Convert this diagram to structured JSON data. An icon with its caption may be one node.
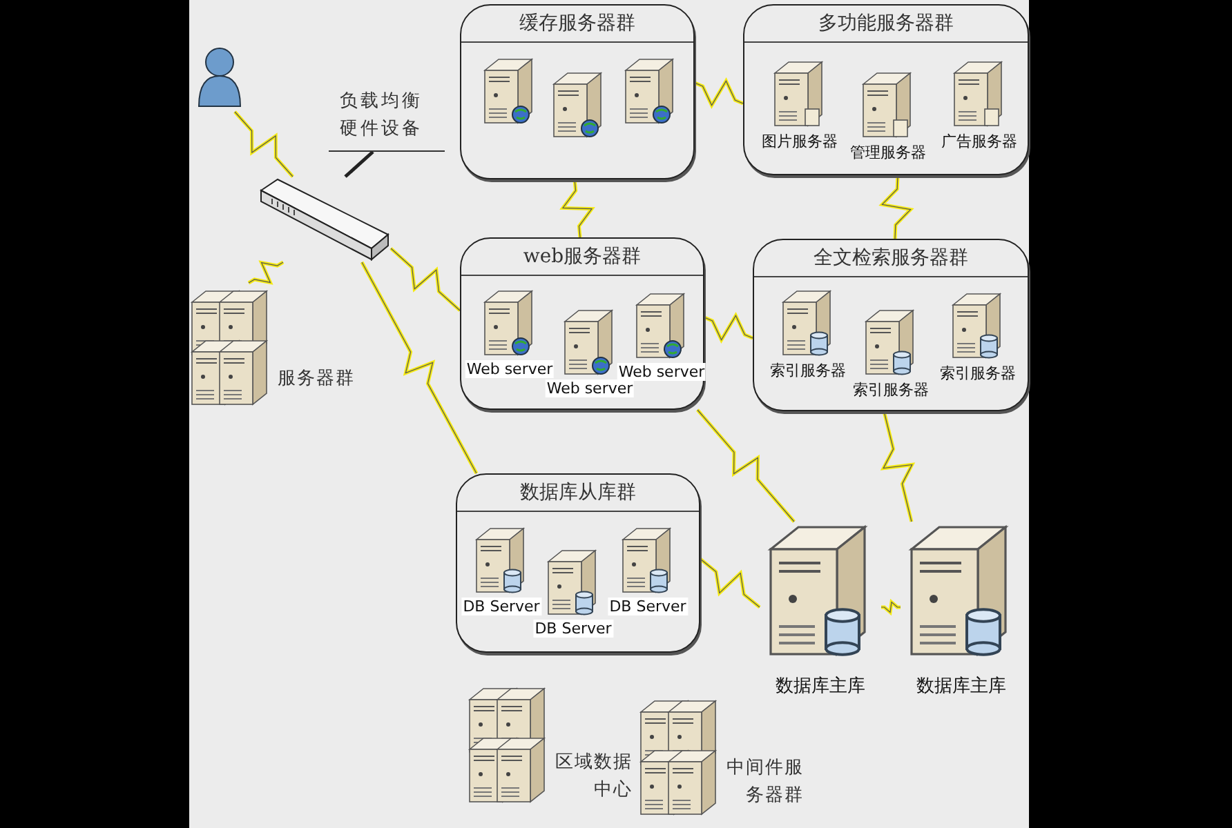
{
  "diagram": {
    "nodes": [
      {
        "text": [],
        "shape": "person"
      },
      {
        "text": [
          "负载均衡硬件设备"
        ]
      },
      {
        "text": [],
        "shape": "picture"
      },
      {
        "text": [
          "缓存服务器群"
        ]
      },
      {
        "text": [],
        "shape": "picture",
        "in": 3
      },
      {
        "text": [],
        "shape": "picture",
        "in": 3
      },
      {
        "text": [],
        "shape": "picture",
        "in": 3
      },
      {
        "text": [
          "多功能服务器群"
        ]
      },
      {
        "text": [
          "图片服务器"
        ],
        "in": 7
      },
      {
        "text": [
          "管理服务器"
        ],
        "in": 7
      },
      {
        "text": [
          "广告服务器"
        ],
        "in": 7
      },
      {
        "text": [
          "服务器群"
        ]
      },
      {
        "text": [
          "web服务器群"
        ]
      },
      {
        "text": [
          "Web server"
        ],
        "in": 12
      },
      {
        "text": [
          "Web server"
        ],
        "in": 12
      },
      {
        "text": [
          "Web server"
        ],
        "in": 12
      },
      {
        "text": [
          "全文检索服务器群"
        ]
      },
      {
        "text": [
          "索引服务器"
        ],
        "in": 16
      },
      {
        "text": [
          "索引服务器"
        ],
        "in": 16
      },
      {
        "text": [
          "索引服务器"
        ],
        "in": 16
      },
      {
        "text": [
          "数据库从库群"
        ]
      },
      {
        "text": [
          "DB Server"
        ],
        "in": 20
      },
      {
        "text": [
          "DB Server"
        ],
        "in": 20
      },
      {
        "text": [
          "DB Server"
        ],
        "in": 20
      },
      {
        "text": [
          "数据库主库"
        ]
      },
      {
        "text": [
          "数据库主库"
        ]
      },
      {
        "text": [
          "区域数据中心"
        ]
      },
      {
        "text": [
          "中间件服务器群"
        ]
      }
    ],
    "edges": [
      {
        "from": 0,
        "to": 2,
        "arrow": "none",
        "color": "#f5ea10"
      },
      {
        "from": 1,
        "to": 2,
        "arrow": "none",
        "color": "#222222"
      },
      {
        "from": 2,
        "to": 11,
        "arrow": "none",
        "color": "#f5ea10"
      },
      {
        "from": 2,
        "to": 12,
        "arrow": "none",
        "color": "#f5ea10"
      },
      {
        "from": 2,
        "to": 20,
        "arrow": "none",
        "color": "#f5ea10"
      },
      {
        "from": 3,
        "to": 7,
        "arrow": "none",
        "color": "#f5ea10"
      },
      {
        "from": 3,
        "to": 12,
        "arrow": "none",
        "color": "#f5ea10"
      },
      {
        "from": 7,
        "to": 16,
        "arrow": "none",
        "color": "#f5ea10"
      },
      {
        "from": 12,
        "to": 16,
        "arrow": "none",
        "color": "#f5ea10"
      },
      {
        "from": 12,
        "to": 24,
        "arrow": "none",
        "color": "#f5ea10"
      },
      {
        "from": 16,
        "to": 25,
        "arrow": "none",
        "color": "#f5ea10"
      },
      {
        "from": 20,
        "to": 24,
        "arrow": "none",
        "color": "#f5ea10"
      },
      {
        "from": 24,
        "to": 25,
        "arrow": "none",
        "color": "#f5ea10"
      }
    ]
  }
}
